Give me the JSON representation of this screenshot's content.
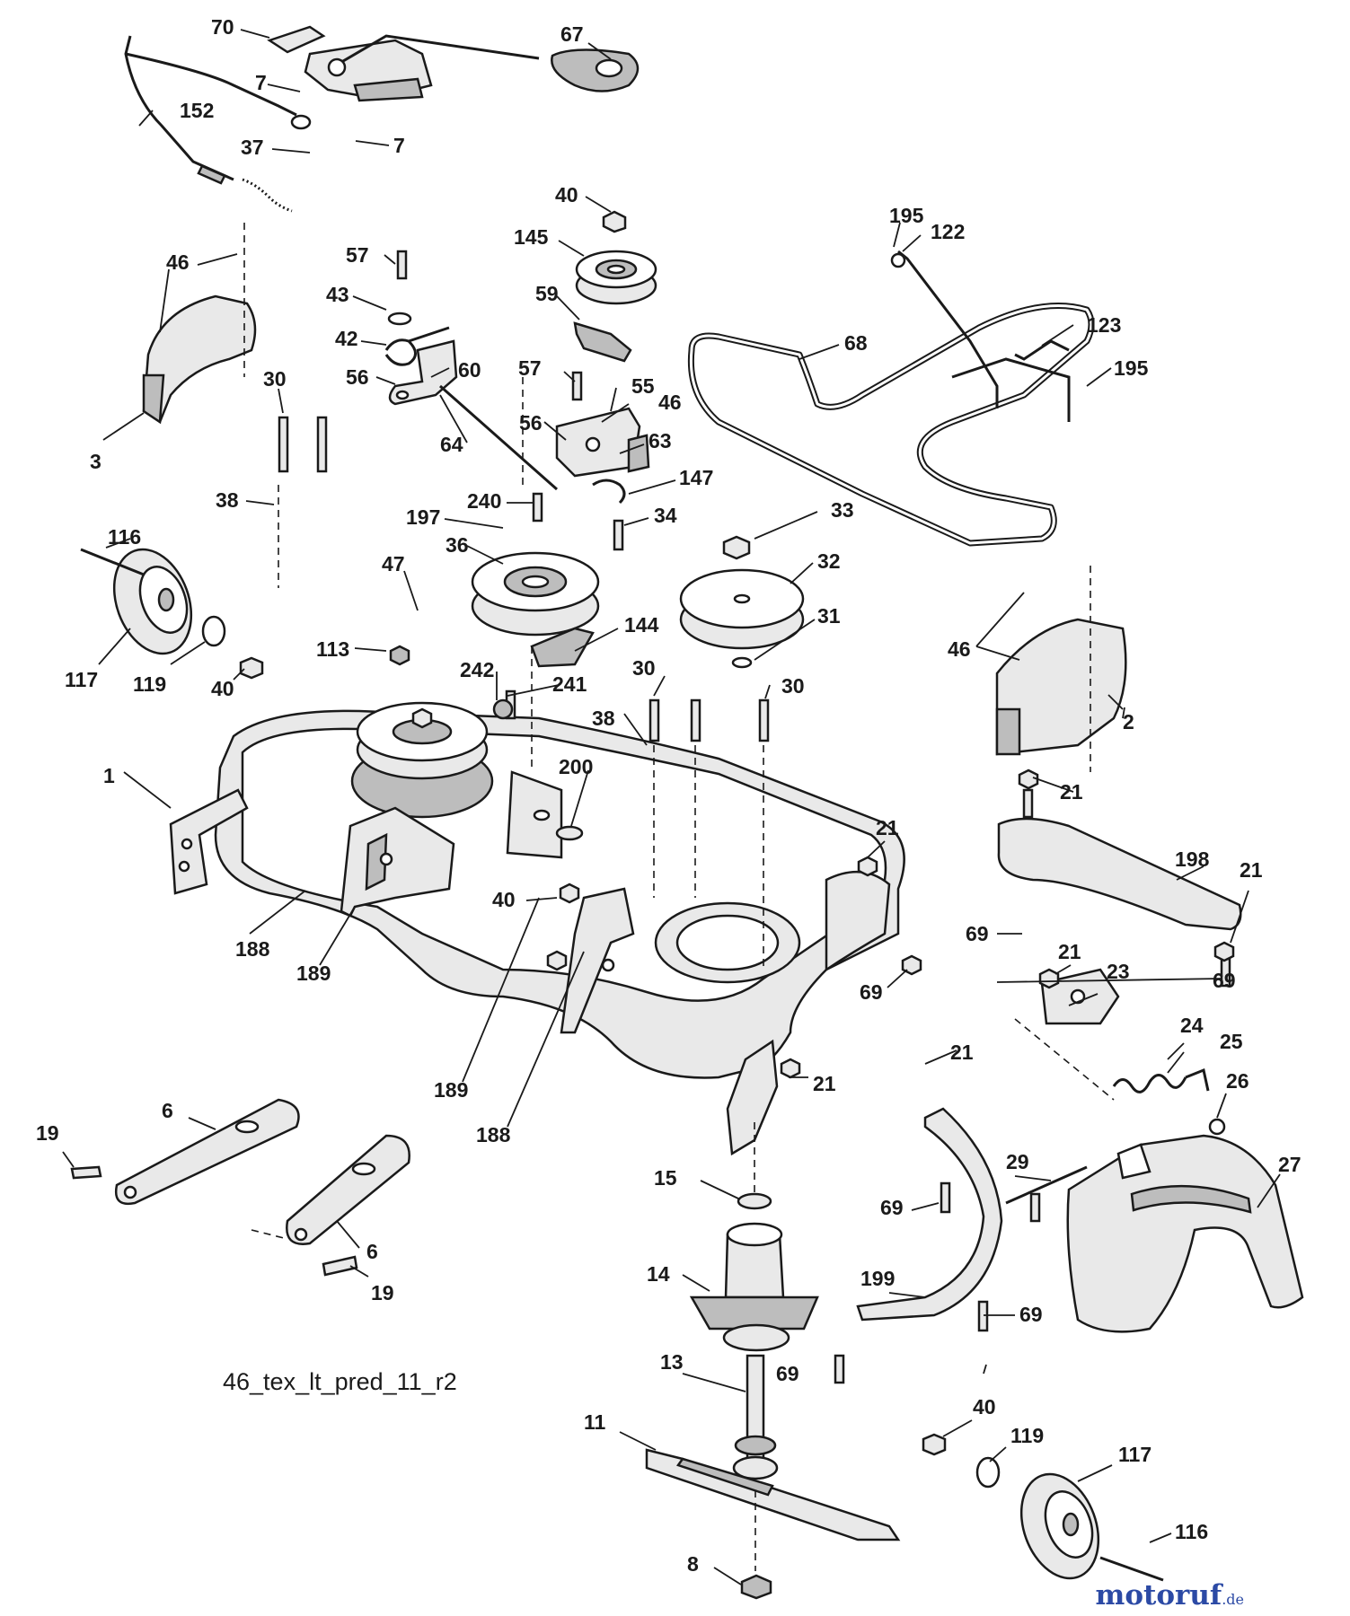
{
  "diagram": {
    "code_label": "46_tex_lt_pred_11_r2"
  },
  "watermark": {
    "text_main": "motoruf",
    "text_suffix": ".de",
    "color_brand": "#2c4aa5",
    "color_accent": "#e0472a"
  },
  "parts": [
    {
      "id": "p70",
      "label": "70"
    },
    {
      "id": "p67",
      "label": "67"
    },
    {
      "id": "p7a",
      "label": "7"
    },
    {
      "id": "p152",
      "label": "152"
    },
    {
      "id": "p7b",
      "label": "7"
    },
    {
      "id": "p37",
      "label": "37"
    },
    {
      "id": "p40a",
      "label": "40"
    },
    {
      "id": "p145",
      "label": "145"
    },
    {
      "id": "p195a",
      "label": "195"
    },
    {
      "id": "p122",
      "label": "122"
    },
    {
      "id": "p46a",
      "label": "46"
    },
    {
      "id": "p57a",
      "label": "57"
    },
    {
      "id": "p43",
      "label": "43"
    },
    {
      "id": "p59",
      "label": "59"
    },
    {
      "id": "p68",
      "label": "68"
    },
    {
      "id": "p123",
      "label": "123"
    },
    {
      "id": "p42",
      "label": "42"
    },
    {
      "id": "p195b",
      "label": "195"
    },
    {
      "id": "p60",
      "label": "60"
    },
    {
      "id": "p56a",
      "label": "56"
    },
    {
      "id": "p57b",
      "label": "57"
    },
    {
      "id": "p30a",
      "label": "30"
    },
    {
      "id": "p55",
      "label": "55"
    },
    {
      "id": "p46b",
      "label": "46"
    },
    {
      "id": "p56b",
      "label": "56"
    },
    {
      "id": "p64",
      "label": "64"
    },
    {
      "id": "p63",
      "label": "63"
    },
    {
      "id": "p3",
      "label": "3"
    },
    {
      "id": "p147",
      "label": "147"
    },
    {
      "id": "p240",
      "label": "240"
    },
    {
      "id": "p38a",
      "label": "38"
    },
    {
      "id": "p33",
      "label": "33"
    },
    {
      "id": "p34",
      "label": "34"
    },
    {
      "id": "p197",
      "label": "197"
    },
    {
      "id": "p116a",
      "label": "116"
    },
    {
      "id": "p36",
      "label": "36"
    },
    {
      "id": "p32",
      "label": "32"
    },
    {
      "id": "p47",
      "label": "47"
    },
    {
      "id": "p31",
      "label": "31"
    },
    {
      "id": "p144",
      "label": "144"
    },
    {
      "id": "p113",
      "label": "113"
    },
    {
      "id": "p46c",
      "label": "46"
    },
    {
      "id": "p117a",
      "label": "117"
    },
    {
      "id": "p119a",
      "label": "119"
    },
    {
      "id": "p40b",
      "label": "40"
    },
    {
      "id": "p242",
      "label": "242"
    },
    {
      "id": "p241",
      "label": "241"
    },
    {
      "id": "p30b",
      "label": "30"
    },
    {
      "id": "p30c",
      "label": "30"
    },
    {
      "id": "p2",
      "label": "2"
    },
    {
      "id": "p38b",
      "label": "38"
    },
    {
      "id": "p200",
      "label": "200"
    },
    {
      "id": "p1",
      "label": "1"
    },
    {
      "id": "p21a",
      "label": "21"
    },
    {
      "id": "p21b",
      "label": "21"
    },
    {
      "id": "p198",
      "label": "198"
    },
    {
      "id": "p21c",
      "label": "21"
    },
    {
      "id": "p40c",
      "label": "40"
    },
    {
      "id": "p188a",
      "label": "188"
    },
    {
      "id": "p69a",
      "label": "69"
    },
    {
      "id": "p189a",
      "label": "189"
    },
    {
      "id": "p21d",
      "label": "21"
    },
    {
      "id": "p23",
      "label": "23"
    },
    {
      "id": "p69b",
      "label": "69"
    },
    {
      "id": "p69c",
      "label": "69"
    },
    {
      "id": "p24",
      "label": "24"
    },
    {
      "id": "p25",
      "label": "25"
    },
    {
      "id": "p21e",
      "label": "21"
    },
    {
      "id": "p189b",
      "label": "189"
    },
    {
      "id": "p21f",
      "label": "21"
    },
    {
      "id": "p26",
      "label": "26"
    },
    {
      "id": "p6a",
      "label": "6"
    },
    {
      "id": "p19a",
      "label": "19"
    },
    {
      "id": "p188b",
      "label": "188"
    },
    {
      "id": "p15",
      "label": "15"
    },
    {
      "id": "p29",
      "label": "29"
    },
    {
      "id": "p27",
      "label": "27"
    },
    {
      "id": "p69d",
      "label": "69"
    },
    {
      "id": "p6b",
      "label": "6"
    },
    {
      "id": "p14",
      "label": "14"
    },
    {
      "id": "p19b",
      "label": "19"
    },
    {
      "id": "p199",
      "label": "199"
    },
    {
      "id": "p69e",
      "label": "69"
    },
    {
      "id": "p13",
      "label": "13"
    },
    {
      "id": "p69f",
      "label": "69"
    },
    {
      "id": "p11",
      "label": "11"
    },
    {
      "id": "p40d",
      "label": "40"
    },
    {
      "id": "p119b",
      "label": "119"
    },
    {
      "id": "p117b",
      "label": "117"
    },
    {
      "id": "p8",
      "label": "8"
    },
    {
      "id": "p116b",
      "label": "116"
    }
  ]
}
